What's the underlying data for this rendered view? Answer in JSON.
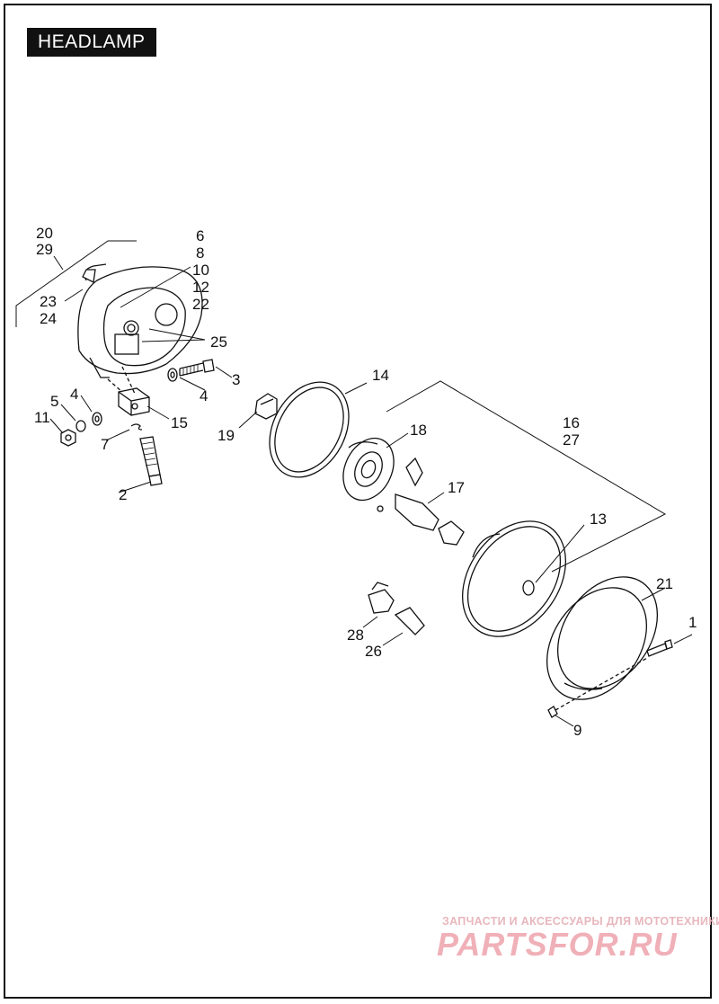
{
  "title": "HEADLAMP",
  "callouts": {
    "c20": "20",
    "c29": "29",
    "c6": "6",
    "c8": "8",
    "c10": "10",
    "c12": "12",
    "c22": "22",
    "c23": "23",
    "c24": "24",
    "c25": "25",
    "c3": "3",
    "c4a": "4",
    "c4b": "4",
    "c5": "5",
    "c11": "11",
    "c7": "7",
    "c15": "15",
    "c2": "2",
    "c14": "14",
    "c19": "19",
    "c18": "18",
    "c17": "17",
    "c16": "16",
    "c27": "27",
    "c13": "13",
    "c21": "21",
    "c1": "1",
    "c9": "9",
    "c28": "28",
    "c26": "26"
  },
  "watermark": {
    "tagline": "ЗАПЧАСТИ И АКСЕССУАРЫ ДЛЯ МОТОТЕХНИКИ",
    "logo": "PARTSFOR.RU"
  }
}
